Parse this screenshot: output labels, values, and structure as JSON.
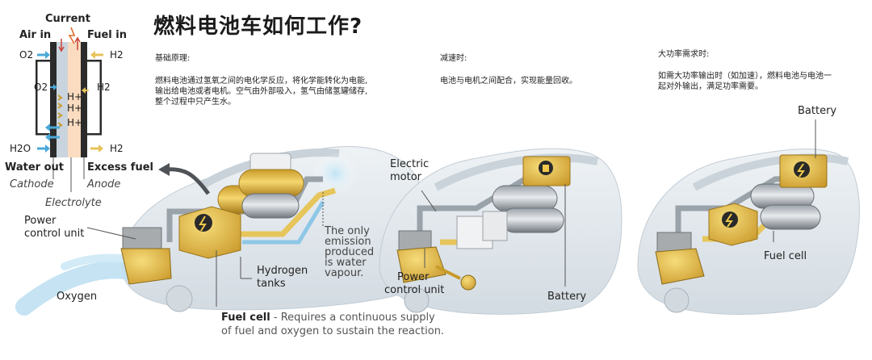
{
  "title": "燃料电池车如何工作?",
  "cell": {
    "current": "Current",
    "air_in": "Air in",
    "fuel_in": "Fuel in",
    "o2_top": "O2",
    "h2_top": "H2",
    "o2_mid": "O2",
    "h2_mid": "H2",
    "h_plus": [
      "H+",
      "H+",
      "H+"
    ],
    "h2o": "H2O",
    "h2_bottom": "H2",
    "water_out": "Water out",
    "excess_fuel": "Excess fuel",
    "cathode": "Cathode",
    "anode": "Anode",
    "electrolyte": "Electrolyte"
  },
  "sections": {
    "basic": {
      "heading": "基础原理:",
      "lines": [
        "燃料电池通过氢氧之间的电化学反应，将化学能转化为电能,",
        "输出给电池或者电机。空气由外部吸入，氢气由储氢罐储存,",
        "整个过程中只产生水。"
      ]
    },
    "decel": {
      "heading": "减速时:",
      "lines": [
        "电池与电机之间配合，实现能量回收。"
      ]
    },
    "power": {
      "heading": "大功率需求时:",
      "lines": [
        "如需大功率输出时（如加速），燃料电池与电池一",
        "起对外输出，满足功率需要。"
      ]
    }
  },
  "car1": {
    "pcu": [
      "Power",
      "control unit"
    ],
    "oxygen": "Oxygen",
    "hydrogen": [
      "Hydrogen",
      "tanks"
    ],
    "emission": [
      "The only",
      "emission",
      "produced",
      "is water",
      "vapour."
    ],
    "fuel_cell": "Fuel cell",
    "fuel_cell_desc_1": " - Requires a continuous supply",
    "fuel_cell_desc_2": "of fuel and oxygen to sustain the reaction."
  },
  "car2": {
    "motor": [
      "Electric",
      "motor"
    ],
    "pcu": [
      "Power",
      "control unit"
    ],
    "battery": "Battery"
  },
  "car3": {
    "battery": "Battery",
    "fuel_cell": "Fuel cell"
  },
  "colors": {
    "car_body": "#dde4ea",
    "gold": "#e2b93a",
    "blue_arrow": "#4aa8d8",
    "anode_fill": "#fbdcc0",
    "cathode_fill": "#c8d3de"
  }
}
